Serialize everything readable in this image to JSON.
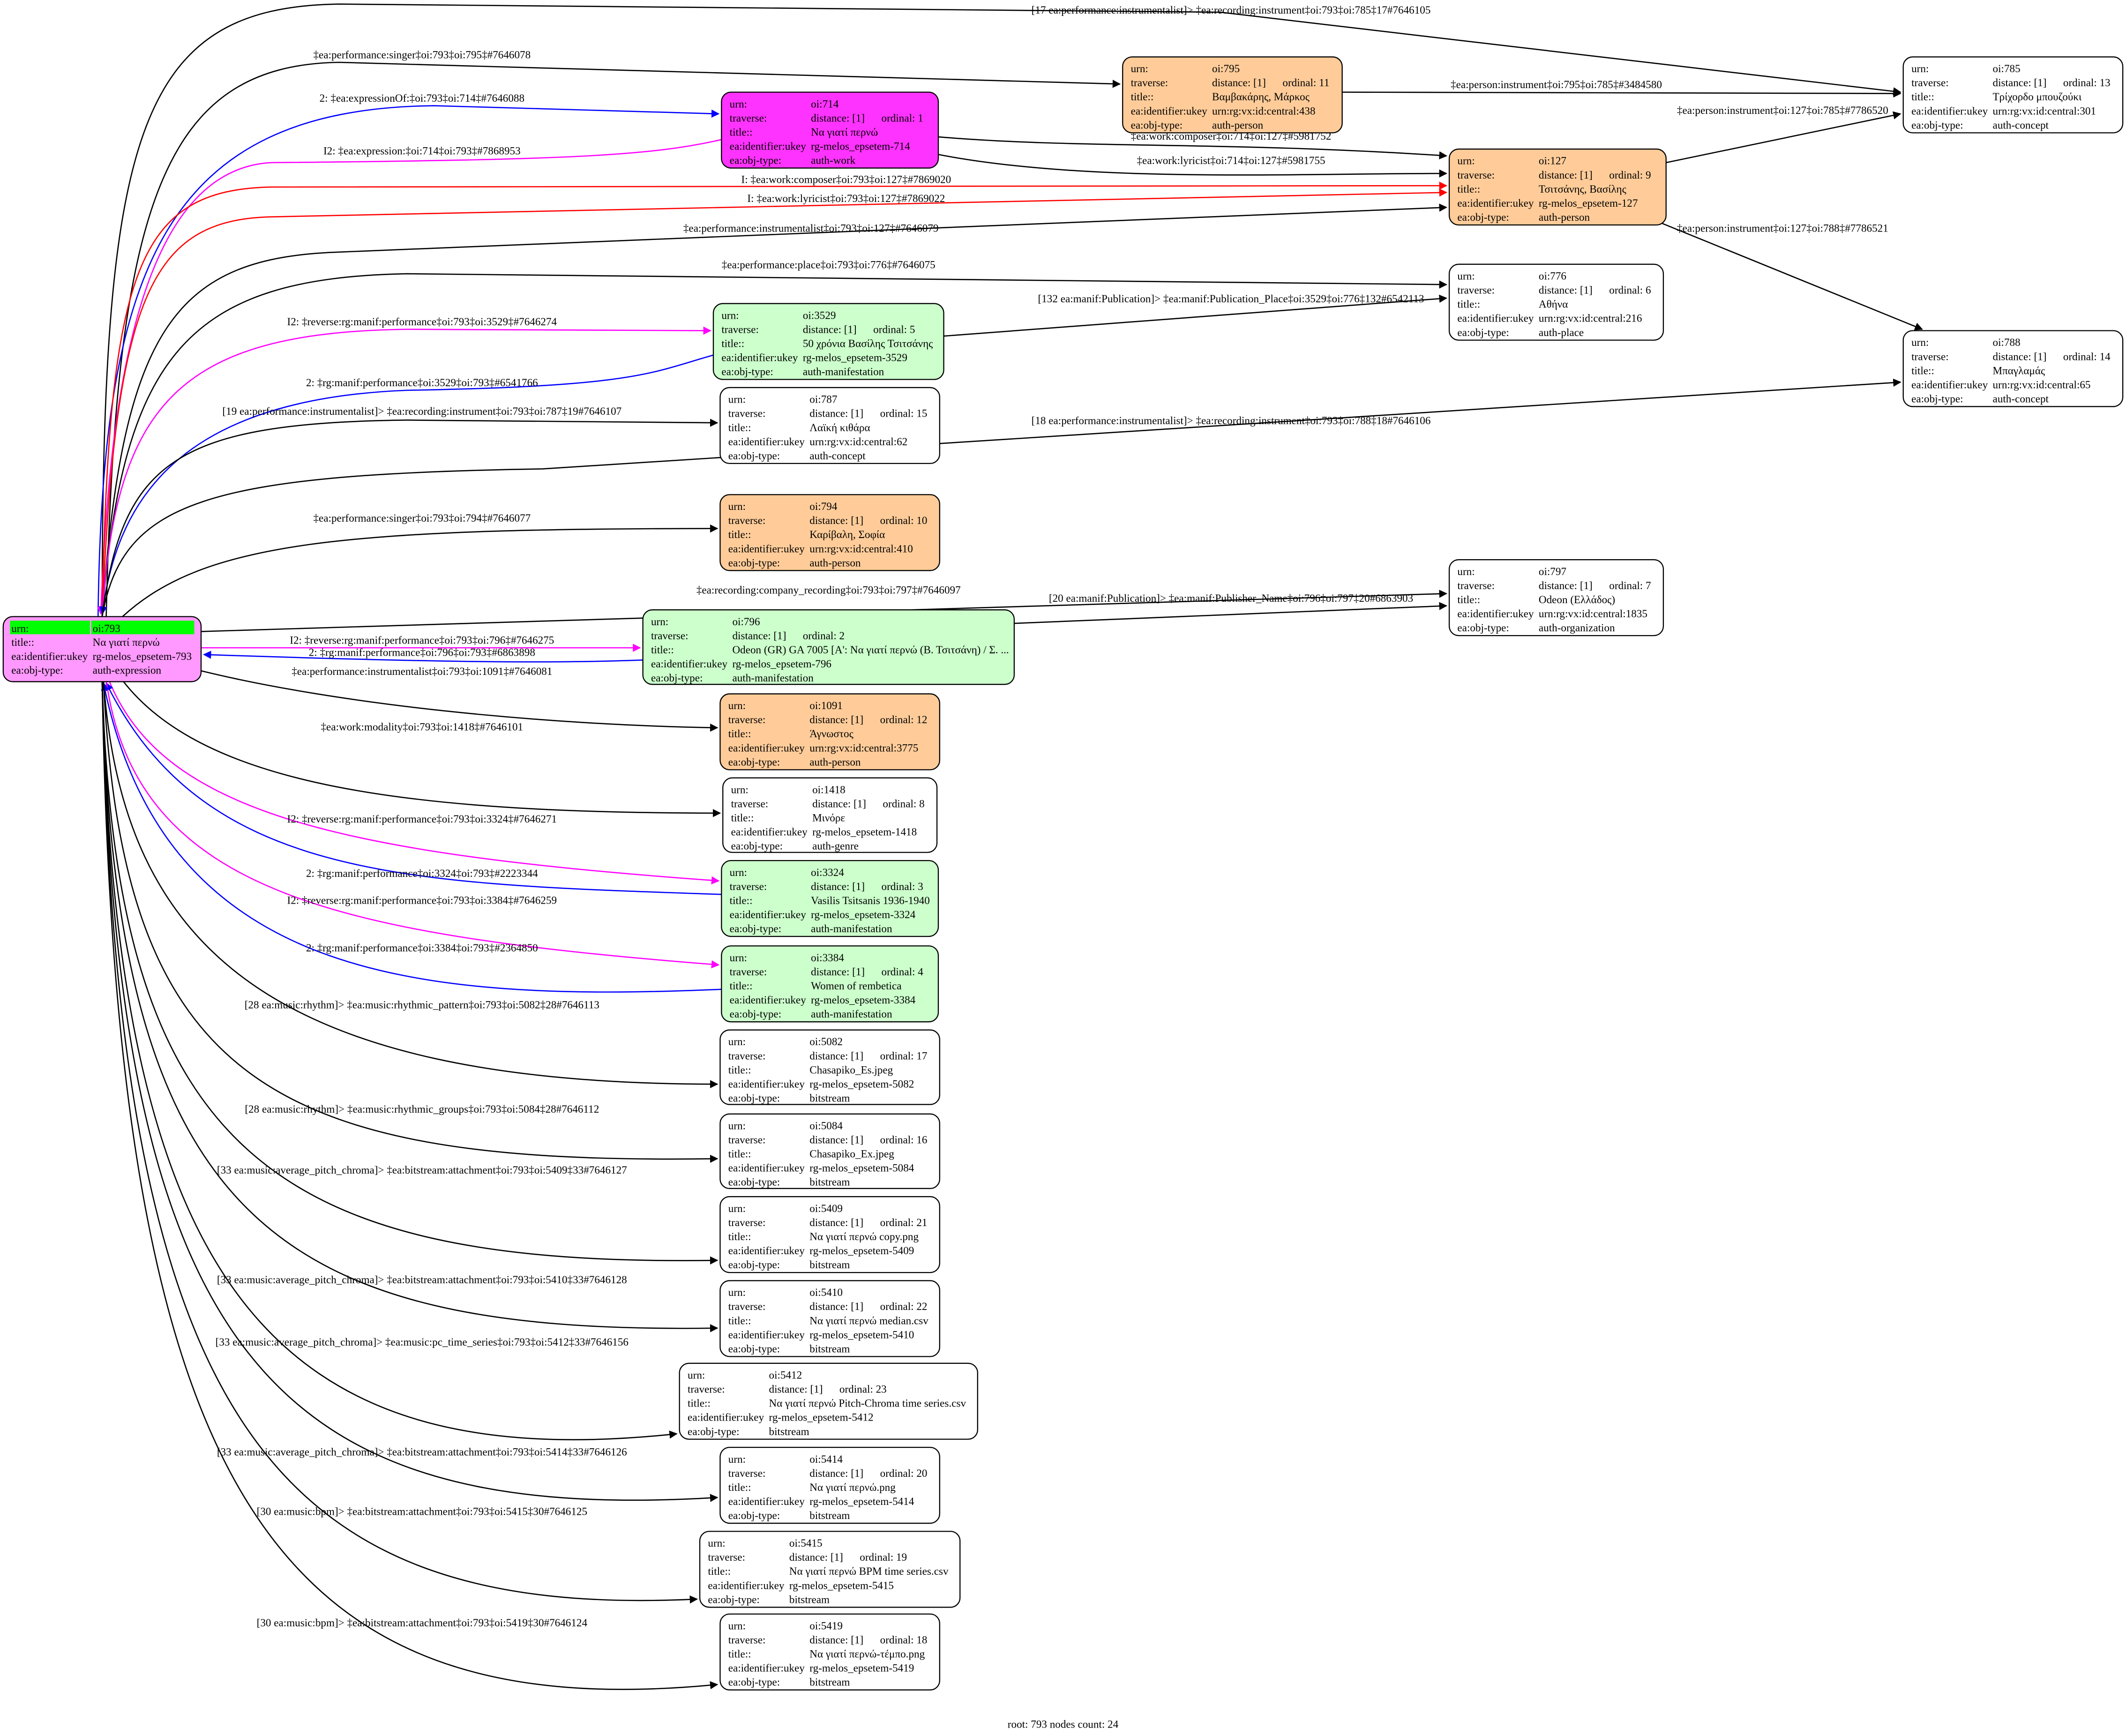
{
  "field_labels": {
    "urn": "urn:",
    "traverse": "traverse:",
    "title": "title::",
    "ukey": "ea:identifier:ukey",
    "obj_type": "ea:obj-type:"
  },
  "colors": {
    "root_fill": "#ff99ff",
    "root_urn_highlight": "#00ff00",
    "work_fill": "#ff33ff",
    "person_fill": "#ffcc99",
    "manifestation_fill": "#ccffcc",
    "default_fill": "#ffffff",
    "edge_black": "#000000",
    "edge_blue": "#0000ff",
    "edge_magenta": "#ff00ff",
    "edge_red": "#ff0000"
  },
  "nodes": [
    {
      "id": "793",
      "urn": "oi:793",
      "title": "Να γιατί περνώ",
      "ukey": "rg-melos_epsetem-793",
      "obj_type": "auth-expression",
      "fill": "#ff99ff",
      "root": true
    },
    {
      "id": "714",
      "urn": "oi:714",
      "distance": "distance: [1]",
      "ordinal": "ordinal: 1",
      "title": "Να γιατί περνώ",
      "ukey": "rg-melos_epsetem-714",
      "obj_type": "auth-work",
      "fill": "#ff33ff"
    },
    {
      "id": "795",
      "urn": "oi:795",
      "distance": "distance: [1]",
      "ordinal": "ordinal: 11",
      "title": "Βαμβακάρης, Μάρκος",
      "ukey": "urn:rg:vx:id:central:438",
      "obj_type": "auth-person",
      "fill": "#ffcc99"
    },
    {
      "id": "785",
      "urn": "oi:785",
      "distance": "distance: [1]",
      "ordinal": "ordinal: 13",
      "title": "Τρίχορδο μπουζούκι",
      "ukey": "urn:rg:vx:id:central:301",
      "obj_type": "auth-concept",
      "fill": "#ffffff"
    },
    {
      "id": "127",
      "urn": "oi:127",
      "distance": "distance: [1]",
      "ordinal": "ordinal: 9",
      "title": "Τσιτσάνης, Βασίλης",
      "ukey": "rg-melos_epsetem-127",
      "obj_type": "auth-person",
      "fill": "#ffcc99"
    },
    {
      "id": "776",
      "urn": "oi:776",
      "distance": "distance: [1]",
      "ordinal": "ordinal: 6",
      "title": "Αθήνα",
      "ukey": "urn:rg:vx:id:central:216",
      "obj_type": "auth-place",
      "fill": "#ffffff"
    },
    {
      "id": "3529",
      "urn": "oi:3529",
      "distance": "distance: [1]",
      "ordinal": "ordinal: 5",
      "title": "50 χρόνια Βασίλης Τσιτσάνης",
      "ukey": "rg-melos_epsetem-3529",
      "obj_type": "auth-manifestation",
      "fill": "#ccffcc"
    },
    {
      "id": "788",
      "urn": "oi:788",
      "distance": "distance: [1]",
      "ordinal": "ordinal: 14",
      "title": "Μπαγλαμάς",
      "ukey": "urn:rg:vx:id:central:65",
      "obj_type": "auth-concept",
      "fill": "#ffffff"
    },
    {
      "id": "787",
      "urn": "oi:787",
      "distance": "distance: [1]",
      "ordinal": "ordinal: 15",
      "title": "Λαϊκή κιθάρα",
      "ukey": "urn:rg:vx:id:central:62",
      "obj_type": "auth-concept",
      "fill": "#ffffff"
    },
    {
      "id": "794",
      "urn": "oi:794",
      "distance": "distance: [1]",
      "ordinal": "ordinal: 10",
      "title": "Καρίβαλη, Σοφία",
      "ukey": "urn:rg:vx:id:central:410",
      "obj_type": "auth-person",
      "fill": "#ffcc99"
    },
    {
      "id": "797",
      "urn": "oi:797",
      "distance": "distance: [1]",
      "ordinal": "ordinal: 7",
      "title": "Odeon (Ελλάδος)",
      "ukey": "urn:rg:vx:id:central:1835",
      "obj_type": "auth-organization",
      "fill": "#ffffff"
    },
    {
      "id": "796",
      "urn": "oi:796",
      "distance": "distance: [1]",
      "ordinal": "ordinal: 2",
      "title": "Odeon (GR) GA 7005 [A': Να γιατί περνώ (Β. Τσιτσάνη) / Σ. ...",
      "ukey": "rg-melos_epsetem-796",
      "obj_type": "auth-manifestation",
      "fill": "#ccffcc"
    },
    {
      "id": "1091",
      "urn": "oi:1091",
      "distance": "distance: [1]",
      "ordinal": "ordinal: 12",
      "title": "Άγνωστος",
      "ukey": "urn:rg:vx:id:central:3775",
      "obj_type": "auth-person",
      "fill": "#ffcc99"
    },
    {
      "id": "1418",
      "urn": "oi:1418",
      "distance": "distance: [1]",
      "ordinal": "ordinal: 8",
      "title": "Μινόρε",
      "ukey": "rg-melos_epsetem-1418",
      "obj_type": "auth-genre",
      "fill": "#ffffff"
    },
    {
      "id": "3324",
      "urn": "oi:3324",
      "distance": "distance: [1]",
      "ordinal": "ordinal: 3",
      "title": "Vasilis Tsitsanis 1936-1940",
      "ukey": "rg-melos_epsetem-3324",
      "obj_type": "auth-manifestation",
      "fill": "#ccffcc"
    },
    {
      "id": "3384",
      "urn": "oi:3384",
      "distance": "distance: [1]",
      "ordinal": "ordinal: 4",
      "title": "Women of rembetica",
      "ukey": "rg-melos_epsetem-3384",
      "obj_type": "auth-manifestation",
      "fill": "#ccffcc"
    },
    {
      "id": "5082",
      "urn": "oi:5082",
      "distance": "distance: [1]",
      "ordinal": "ordinal: 17",
      "title": "Chasapiko_Es.jpeg",
      "ukey": "rg-melos_epsetem-5082",
      "obj_type": "bitstream",
      "fill": "#ffffff"
    },
    {
      "id": "5084",
      "urn": "oi:5084",
      "distance": "distance: [1]",
      "ordinal": "ordinal: 16",
      "title": "Chasapiko_Ex.jpeg",
      "ukey": "rg-melos_epsetem-5084",
      "obj_type": "bitstream",
      "fill": "#ffffff"
    },
    {
      "id": "5409",
      "urn": "oi:5409",
      "distance": "distance: [1]",
      "ordinal": "ordinal: 21",
      "title": "Να γιατί περνώ copy.png",
      "ukey": "rg-melos_epsetem-5409",
      "obj_type": "bitstream",
      "fill": "#ffffff"
    },
    {
      "id": "5410",
      "urn": "oi:5410",
      "distance": "distance: [1]",
      "ordinal": "ordinal: 22",
      "title": "Να γιατί περνώ median.csv",
      "ukey": "rg-melos_epsetem-5410",
      "obj_type": "bitstream",
      "fill": "#ffffff"
    },
    {
      "id": "5412",
      "urn": "oi:5412",
      "distance": "distance: [1]",
      "ordinal": "ordinal: 23",
      "title": "Να γιατί περνώ Pitch-Chroma time series.csv",
      "ukey": "rg-melos_epsetem-5412",
      "obj_type": "bitstream",
      "fill": "#ffffff"
    },
    {
      "id": "5414",
      "urn": "oi:5414",
      "distance": "distance: [1]",
      "ordinal": "ordinal: 20",
      "title": "Να γιατί περνώ.png",
      "ukey": "rg-melos_epsetem-5414",
      "obj_type": "bitstream",
      "fill": "#ffffff"
    },
    {
      "id": "5415",
      "urn": "oi:5415",
      "distance": "distance: [1]",
      "ordinal": "ordinal: 19",
      "title": "Να γιατί περνώ BPM time series.csv",
      "ukey": "rg-melos_epsetem-5415",
      "obj_type": "bitstream",
      "fill": "#ffffff"
    },
    {
      "id": "5419",
      "urn": "oi:5419",
      "distance": "distance: [1]",
      "ordinal": "ordinal: 18",
      "title": "Να γιατί περνώ-τέμπο.png",
      "ukey": "rg-melos_epsetem-5419",
      "obj_type": "bitstream",
      "fill": "#ffffff"
    }
  ],
  "edges": [
    {
      "label": "[17 ea:performance:instrumentalist]> ‡ea:recording:instrument‡oi:793‡oi:785‡17#7646105",
      "color": "#000000"
    },
    {
      "label": "‡ea:performance:singer‡oi:793‡oi:795‡#7646078",
      "color": "#000000"
    },
    {
      "label": "2: ‡ea:expressionOf:‡oi:793‡oi:714‡#7646088",
      "color": "#0000ff"
    },
    {
      "label": "I2: ‡ea:expression:‡oi:714‡oi:793‡#7868953",
      "color": "#ff00ff"
    },
    {
      "label": "I: ‡ea:work:composer‡oi:793‡oi:127‡#7869020",
      "color": "#ff0000"
    },
    {
      "label": "I: ‡ea:work:lyricist‡oi:793‡oi:127‡#7869022",
      "color": "#ff0000"
    },
    {
      "label": "‡ea:performance:instrumentalist‡oi:793‡oi:127‡#7646079",
      "color": "#000000"
    },
    {
      "label": "‡ea:work:composer‡oi:714‡oi:127‡#5981752",
      "color": "#000000"
    },
    {
      "label": "‡ea:work:lyricist‡oi:714‡oi:127‡#5981755",
      "color": "#000000"
    },
    {
      "label": "‡ea:person:instrument‡oi:795‡oi:785‡#3484580",
      "color": "#000000"
    },
    {
      "label": "‡ea:person:instrument‡oi:127‡oi:785‡#7786520",
      "color": "#000000"
    },
    {
      "label": "‡ea:person:instrument‡oi:127‡oi:788‡#7786521",
      "color": "#000000"
    },
    {
      "label": "‡ea:performance:place‡oi:793‡oi:776‡#7646075",
      "color": "#000000"
    },
    {
      "label": "[132 ea:manif:Publication]> ‡ea:manif:Publication_Place‡oi:3529‡oi:776‡132#6542113",
      "color": "#000000"
    },
    {
      "label": "I2: ‡reverse:rg:manif:performance‡oi:793‡oi:3529‡#7646274",
      "color": "#ff00ff"
    },
    {
      "label": "2: ‡rg:manif:performance‡oi:3529‡oi:793‡#6541766",
      "color": "#0000ff"
    },
    {
      "label": "[19 ea:performance:instrumentalist]> ‡ea:recording:instrument‡oi:793‡oi:787‡19#7646107",
      "color": "#000000"
    },
    {
      "label": "[18 ea:performance:instrumentalist]> ‡ea:recording:instrument‡oi:793‡oi:788‡18#7646106",
      "color": "#000000"
    },
    {
      "label": "‡ea:performance:singer‡oi:793‡oi:794‡#7646077",
      "color": "#000000"
    },
    {
      "label": "‡ea:recording:company_recording‡oi:793‡oi:797‡#7646097",
      "color": "#000000"
    },
    {
      "label": "[20 ea:manif:Publication]> ‡ea:manif:Publisher_Name‡oi:796‡oi:797‡20#6863903",
      "color": "#000000"
    },
    {
      "label": "I2: ‡reverse:rg:manif:performance‡oi:793‡oi:796‡#7646275",
      "color": "#ff00ff"
    },
    {
      "label": "2: ‡rg:manif:performance‡oi:796‡oi:793‡#6863898",
      "color": "#0000ff"
    },
    {
      "label": "‡ea:performance:instrumentalist‡oi:793‡oi:1091‡#7646081",
      "color": "#000000"
    },
    {
      "label": "‡ea:work:modality‡oi:793‡oi:1418‡#7646101",
      "color": "#000000"
    },
    {
      "label": "I2: ‡reverse:rg:manif:performance‡oi:793‡oi:3324‡#7646271",
      "color": "#ff00ff"
    },
    {
      "label": "2: ‡rg:manif:performance‡oi:3324‡oi:793‡#2223344",
      "color": "#0000ff"
    },
    {
      "label": "I2: ‡reverse:rg:manif:performance‡oi:793‡oi:3384‡#7646259",
      "color": "#ff00ff"
    },
    {
      "label": "2: ‡rg:manif:performance‡oi:3384‡oi:793‡#2364850",
      "color": "#0000ff"
    },
    {
      "label": "[28 ea:music:rhythm]> ‡ea:music:rhythmic_pattern‡oi:793‡oi:5082‡28#7646113",
      "color": "#000000"
    },
    {
      "label": "[28 ea:music:rhythm]> ‡ea:music:rhythmic_groups‡oi:793‡oi:5084‡28#7646112",
      "color": "#000000"
    },
    {
      "label": "[33 ea:music:average_pitch_chroma]> ‡ea:bitstream:attachment‡oi:793‡oi:5409‡33#7646127",
      "color": "#000000"
    },
    {
      "label": "[33 ea:music:average_pitch_chroma]> ‡ea:bitstream:attachment‡oi:793‡oi:5410‡33#7646128",
      "color": "#000000"
    },
    {
      "label": "[33 ea:music:average_pitch_chroma]> ‡ea:music:pc_time_series‡oi:793‡oi:5412‡33#7646156",
      "color": "#000000"
    },
    {
      "label": "[33 ea:music:average_pitch_chroma]> ‡ea:bitstream:attachment‡oi:793‡oi:5414‡33#7646126",
      "color": "#000000"
    },
    {
      "label": "[30 ea:music:bpm]> ‡ea:bitstream:attachment‡oi:793‡oi:5415‡30#7646125",
      "color": "#000000"
    },
    {
      "label": "[30 ea:music:bpm]> ‡ea:bitstream:attachment‡oi:793‡oi:5419‡30#7646124",
      "color": "#000000"
    }
  ],
  "footer": "root: 793 nodes count: 24"
}
